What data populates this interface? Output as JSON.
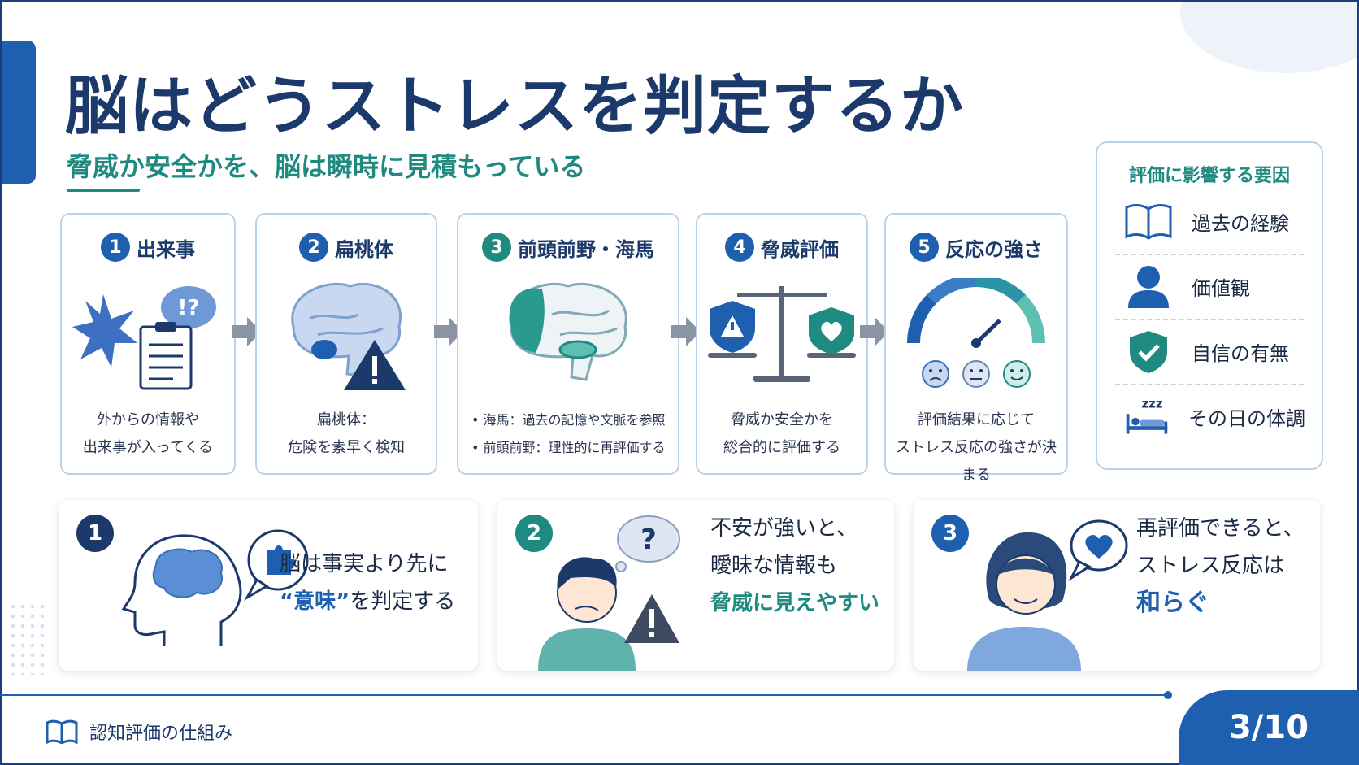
{
  "title": "脳はどうストレスを判定するか",
  "subtitle": "脅威か安全かを、脳は瞬時に見積もっている",
  "steps": [
    {
      "num": "1",
      "title": "出来事",
      "desc1": "外からの情報や",
      "desc2": "出来事が入ってくる"
    },
    {
      "num": "2",
      "title": "扁桃体",
      "desc1": "扁桃体：",
      "desc2": "危険を素早く検知"
    },
    {
      "num": "3",
      "title": "前頭前野・海馬",
      "desc1": "• 海馬：過去の記憶や文脈を参照",
      "desc2": "• 前頭前野：理性的に再評価する"
    },
    {
      "num": "4",
      "title": "脅威評価",
      "desc1": "脅威か安全かを",
      "desc2": "総合的に評価する"
    },
    {
      "num": "5",
      "title": "反応の強さ",
      "desc1": "評価結果に応じて",
      "desc2": "ストレス反応の強さが決まる"
    }
  ],
  "step1_bubble": "!?",
  "factors": {
    "title": "評価に影響する要因",
    "items": [
      {
        "label": "過去の経験",
        "icon": "book-icon"
      },
      {
        "label": "価値観",
        "icon": "person-icon"
      },
      {
        "label": "自信の有無",
        "icon": "shield-check-icon"
      },
      {
        "label": "その日の体調",
        "icon": "sleep-bed-icon"
      }
    ],
    "zzz": "zzz"
  },
  "cards": [
    {
      "num": "1",
      "line1": "脳は事実より先に",
      "highlight": "“意味”",
      "line2_rest": "を判定する"
    },
    {
      "num": "2",
      "line1": "不安が強いと、",
      "line2": "曖昧な情報も",
      "highlight": "脅威に見えやすい",
      "bubble": "?"
    },
    {
      "num": "3",
      "line1": "再評価できると、",
      "line2": "ストレス反応は",
      "highlight": "和らぐ"
    }
  ],
  "footer": {
    "label": "認知評価の仕組み",
    "page": "3/10"
  },
  "colors": {
    "navy": "#1b3a6b",
    "blue": "#1e5fb0",
    "teal": "#1f8a80",
    "border": "#bcd0ea"
  }
}
